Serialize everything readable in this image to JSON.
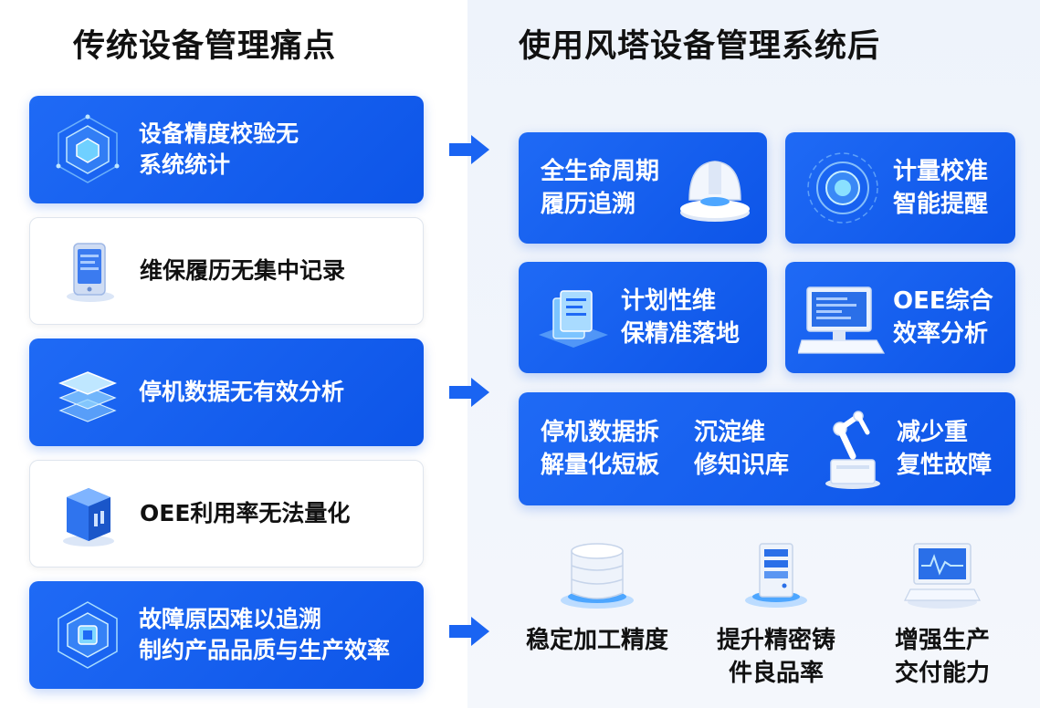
{
  "left": {
    "title": "传统设备管理痛点",
    "cards": [
      {
        "lines": [
          "设备精度校验无",
          "系统统计"
        ],
        "icon": "hex-cube-icon",
        "style": "blue"
      },
      {
        "lines": [
          "维保履历无集中记录"
        ],
        "icon": "tablet-icon",
        "style": "white"
      },
      {
        "lines": [
          "停机数据无有效分析"
        ],
        "icon": "layers-icon",
        "style": "blue"
      },
      {
        "lines": [
          "OEE利用率无法量化"
        ],
        "icon": "box-icon",
        "style": "white"
      },
      {
        "lines": [
          "故障原因难以追溯",
          "制约产品品质与生产效率"
        ],
        "icon": "hex-chip-icon",
        "style": "blue"
      }
    ]
  },
  "right": {
    "title": "使用风塔设备管理系统后",
    "cards": [
      {
        "lines": [
          "全生命周期",
          "履历追溯"
        ],
        "icon": "helmet-icon"
      },
      {
        "lines": [
          "计量校准",
          "智能提醒"
        ],
        "icon": "target-icon"
      },
      {
        "lines": [
          "计划性维",
          "保精准落地"
        ],
        "icon": "files-icon"
      },
      {
        "lines": [
          "OEE综合",
          "效率分析"
        ],
        "icon": "computer-icon"
      }
    ],
    "wide_card": {
      "col1": [
        "停机数据拆",
        "解量化短板"
      ],
      "col2": [
        "沉淀维",
        "修知识库"
      ],
      "col3": [
        "减少重",
        "复性故障"
      ],
      "icon": "robot-arm-icon"
    },
    "bottom": [
      {
        "lines": [
          "稳定加工精度"
        ],
        "icon": "database-icon"
      },
      {
        "lines": [
          "提升精密铸",
          "件良品率"
        ],
        "icon": "server-icon"
      },
      {
        "lines": [
          "增强生产",
          "交付能力"
        ],
        "icon": "monitor-icon"
      }
    ]
  },
  "colors": {
    "primary": "#1a64f2",
    "text": "#111111"
  }
}
